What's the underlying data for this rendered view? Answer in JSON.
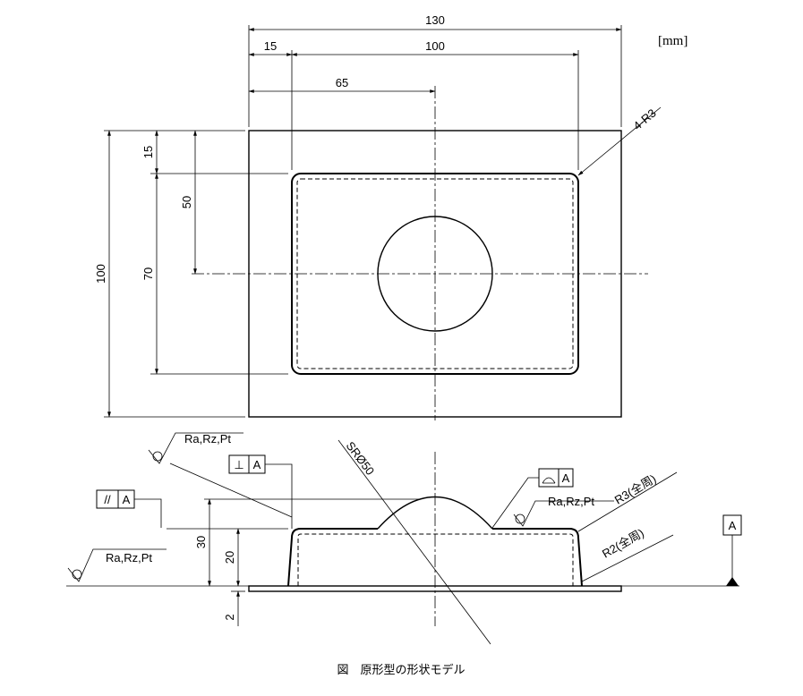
{
  "unit_label": "[mm]",
  "caption": "図　原形型の形状モデル",
  "dimensions": {
    "width_total": "130",
    "offset_left": "15",
    "inner_width": "100",
    "center_offset": "65",
    "height_total": "100",
    "top_margin": "15",
    "center_height": "50",
    "inner_height": "70",
    "height_total_side": "30",
    "body_height": "20",
    "base_thickness": "2"
  },
  "annotations": {
    "corner_radius": "4-R3",
    "sphere_radius": "SRØ50",
    "roughness_top": "Ra,Rz,Pt",
    "roughness_left": "Ra,Rz,Pt",
    "roughness_right": "Ra,Rz,Pt",
    "fillet_r3": "R3(全周)",
    "fillet_r2": "R2(全周)"
  },
  "tolerances": {
    "perpendicularity_symbol": "⊥",
    "perpendicularity_datum": "A",
    "parallelism_symbol": "//",
    "parallelism_datum": "A",
    "profile_symbol": "◠",
    "profile_datum": "A",
    "datum_label": "A"
  }
}
